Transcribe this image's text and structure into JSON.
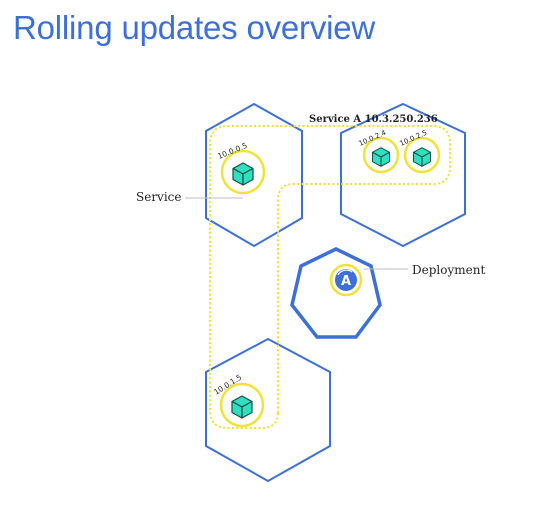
{
  "title": "Rolling updates overview",
  "colors": {
    "title": "#3d6fd9",
    "node_outline": "#3d6fd9",
    "service_dotted": "#f0e238",
    "pod_ring": "#f0e238",
    "container_fill": "#2ee0c0",
    "container_stroke": "#1a4d44",
    "leader_line": "#bfbfbf",
    "label": "#222222",
    "deployment_badge": "#3d6fd9"
  },
  "labels": {
    "service_callout": "Service",
    "service_header": "Service A 10.3.250.236",
    "deployment_callout": "Deployment",
    "deployment_badge_letter": "A"
  },
  "pods": [
    {
      "ip": "10.0.0.5"
    },
    {
      "ip": "10.0.2.4"
    },
    {
      "ip": "10.0.2.5"
    },
    {
      "ip": "10.0.1.5"
    }
  ],
  "icons": {
    "pod_container": "cube-icon",
    "deployment": "deployment-icon"
  }
}
